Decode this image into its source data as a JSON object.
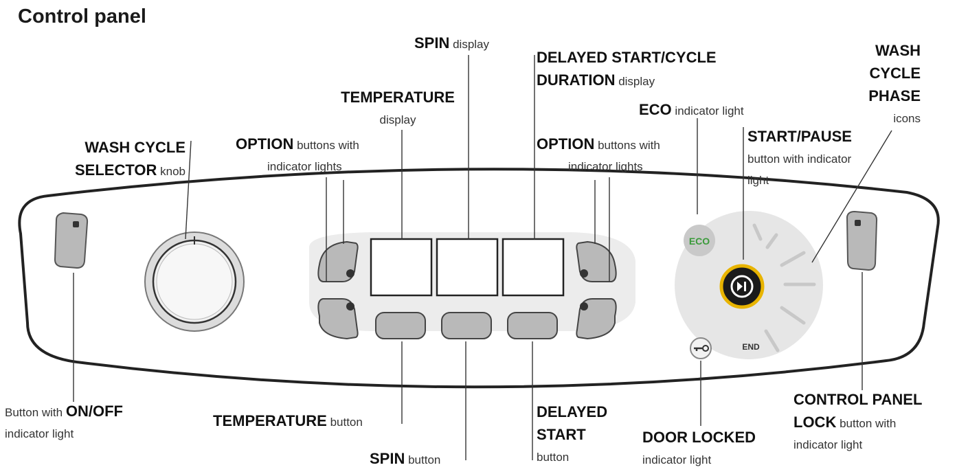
{
  "title": "Control panel",
  "labels": {
    "wash_selector": {
      "bold1": "WASH CYCLE",
      "bold2": "SELECTOR",
      "normal": "knob"
    },
    "option_left": {
      "bold": "OPTION",
      "normal1": "buttons with",
      "normal2": "indicator lights"
    },
    "temperature_display": {
      "bold": "TEMPERATURE",
      "normal": "display"
    },
    "spin_display": {
      "bold": "SPIN",
      "normal": "display"
    },
    "delayed_display": {
      "bold1": "DELAYED START/CYCLE",
      "bold2": "DURATION",
      "normal": "display"
    },
    "eco_light": {
      "bold": "ECO",
      "normal": "indicator light"
    },
    "option_right": {
      "bold": "OPTION",
      "normal1": "buttons with",
      "normal2": "indicator lights"
    },
    "wash_phase": {
      "bold1": "WASH",
      "bold2": "CYCLE",
      "bold3": "PHASE",
      "normal": "icons"
    },
    "start_pause": {
      "bold": "START/PAUSE",
      "normal1": "button with indicator",
      "normal2": "light"
    },
    "on_off": {
      "normal1": "Button with",
      "bold": "ON/OFF",
      "normal2": "indicator light"
    },
    "temperature_button": {
      "bold": "TEMPERATURE",
      "normal": "button"
    },
    "spin_button": {
      "bold": "SPIN",
      "normal": "button"
    },
    "delayed_start": {
      "bold1": "DELAYED",
      "bold2": "START",
      "normal": "button"
    },
    "door_locked": {
      "bold": "DOOR LOCKED",
      "normal": "indicator light"
    },
    "control_lock": {
      "bold1": "CONTROL PANEL",
      "bold2": "LOCK",
      "normal1": "button with",
      "normal2": "indicator light"
    }
  },
  "panel": {
    "eco_text": "ECO",
    "end_text": "END"
  },
  "colors": {
    "eco_green": "#3a9a3a",
    "start_ring": "#e8b400",
    "panel_outline": "#222222"
  }
}
